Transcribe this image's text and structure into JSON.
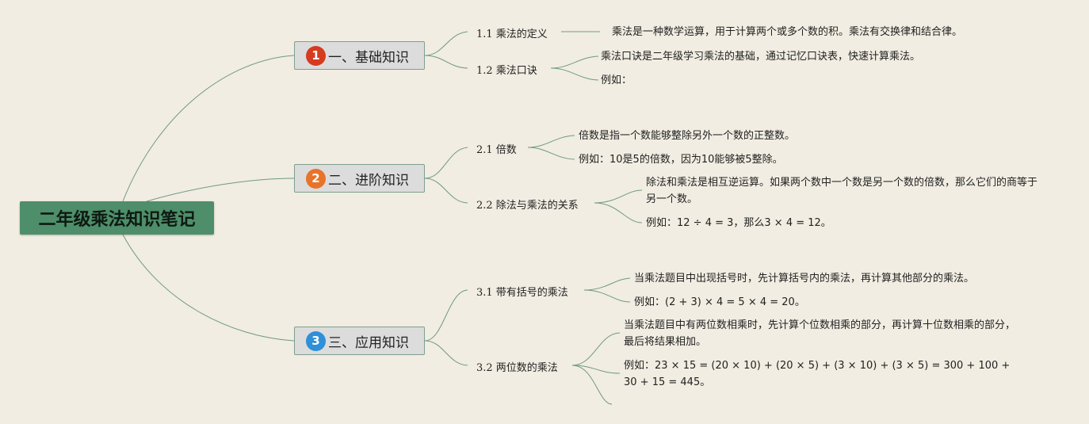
{
  "root": {
    "title": "二年级乘法知识笔记"
  },
  "branches": [
    {
      "badge": "1",
      "badge_color": "#d63b1f",
      "label": "一、基础知识"
    },
    {
      "badge": "2",
      "badge_color": "#e8732a",
      "label": "二、进阶知识"
    },
    {
      "badge": "3",
      "badge_color": "#2f8fd8",
      "label": "三、应用知识"
    }
  ],
  "topics": [
    {
      "label": "1.1 乘法的定义",
      "notes": [
        "乘法是一种数学运算，用于计算两个或多个数的积。乘法有交换律和结合律。"
      ]
    },
    {
      "label": "1.2 乘法口诀",
      "notes": [
        "乘法口诀是二年级学习乘法的基础，通过记忆口诀表，快速计算乘法。",
        "例如："
      ]
    },
    {
      "label": "2.1 倍数",
      "notes": [
        "倍数是指一个数能够整除另外一个数的正整数。",
        "例如：10是5的倍数，因为10能够被5整除。"
      ]
    },
    {
      "label": "2.2 除法与乘法的关系",
      "notes": [
        "除法和乘法是相互逆运算。如果两个数中一个数是另一个数的倍数，那么它们的商等于另一个数。",
        "例如：12 ÷ 4 = 3，那么3 × 4 = 12。"
      ]
    },
    {
      "label": "3.1 带有括号的乘法",
      "notes": [
        "当乘法题目中出现括号时，先计算括号内的乘法，再计算其他部分的乘法。",
        "例如：(2 + 3) × 4 = 5 × 4 = 20。"
      ]
    },
    {
      "label": "3.2 两位数的乘法",
      "notes": [
        "当乘法题目中有两位数相乘时，先计算个位数相乘的部分，再计算十位数相乘的部分，最后将结果相加。",
        "例如：23 × 15 = (20 × 10) + (20 × 5) + (3 × 10) + (3 × 5) = 300 + 100 + 30 + 15 = 445。"
      ]
    }
  ],
  "colors": {
    "line": "#6f9a80",
    "root_bg": "#4e8e6a",
    "background": "#f1ede2"
  }
}
